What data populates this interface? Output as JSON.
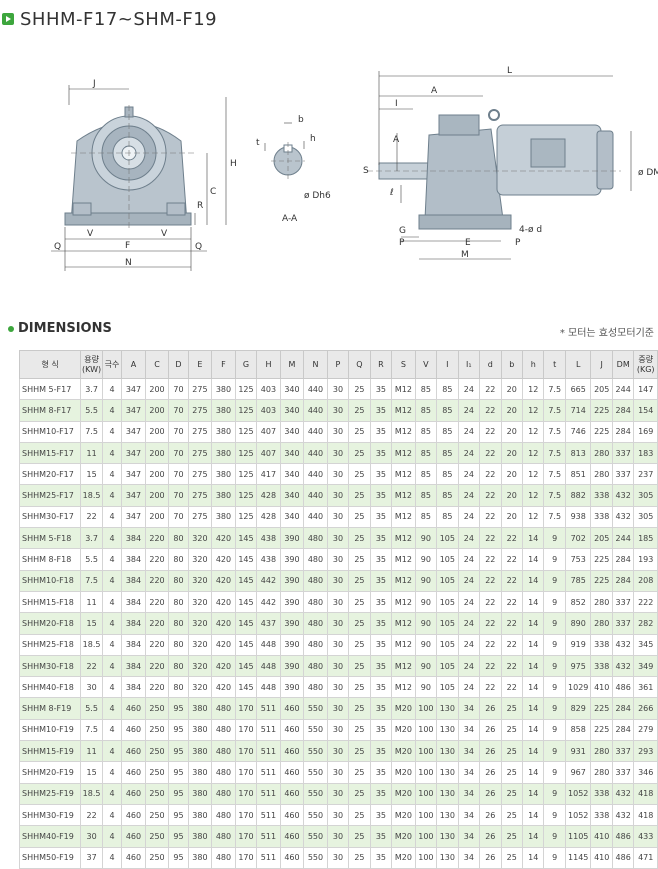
{
  "title": "SHHM-F17~SHM-F19",
  "section": {
    "title": "DIMENSIONS",
    "note": "* 모터는 효성모터기준"
  },
  "diagram": {
    "front_labels": [
      "J",
      "H",
      "C",
      "R",
      "Q",
      "V",
      "F",
      "N"
    ],
    "section_labels": [
      "b",
      "t",
      "h",
      "ø Dh6",
      "A-A"
    ],
    "side_labels": [
      "L",
      "A",
      "I",
      "S",
      "A",
      "ℓ",
      "G",
      "P",
      "E",
      "M",
      "4-ø d",
      "ø DM"
    ]
  },
  "columns": [
    "형 식",
    "용량 (KW)",
    "극수",
    "A",
    "C",
    "D",
    "E",
    "F",
    "G",
    "H",
    "M",
    "N",
    "P",
    "Q",
    "R",
    "S",
    "V",
    "I",
    "I₁",
    "d",
    "b",
    "h",
    "t",
    "L",
    "J",
    "DM",
    "중량 (KG)"
  ],
  "rows": [
    [
      "SHHM 5-F17",
      "3.7",
      "4",
      "347",
      "200",
      "70",
      "275",
      "380",
      "125",
      "403",
      "340",
      "440",
      "30",
      "25",
      "35",
      "M12",
      "85",
      "85",
      "24",
      "22",
      "20",
      "12",
      "7.5",
      "665",
      "205",
      "244",
      "147"
    ],
    [
      "SHHM 8-F17",
      "5.5",
      "4",
      "347",
      "200",
      "70",
      "275",
      "380",
      "125",
      "403",
      "340",
      "440",
      "30",
      "25",
      "35",
      "M12",
      "85",
      "85",
      "24",
      "22",
      "20",
      "12",
      "7.5",
      "714",
      "225",
      "284",
      "154"
    ],
    [
      "SHHM10-F17",
      "7.5",
      "4",
      "347",
      "200",
      "70",
      "275",
      "380",
      "125",
      "407",
      "340",
      "440",
      "30",
      "25",
      "35",
      "M12",
      "85",
      "85",
      "24",
      "22",
      "20",
      "12",
      "7.5",
      "746",
      "225",
      "284",
      "169"
    ],
    [
      "SHHM15-F17",
      "11",
      "4",
      "347",
      "200",
      "70",
      "275",
      "380",
      "125",
      "407",
      "340",
      "440",
      "30",
      "25",
      "35",
      "M12",
      "85",
      "85",
      "24",
      "22",
      "20",
      "12",
      "7.5",
      "813",
      "280",
      "337",
      "183"
    ],
    [
      "SHHM20-F17",
      "15",
      "4",
      "347",
      "200",
      "70",
      "275",
      "380",
      "125",
      "417",
      "340",
      "440",
      "30",
      "25",
      "35",
      "M12",
      "85",
      "85",
      "24",
      "22",
      "20",
      "12",
      "7.5",
      "851",
      "280",
      "337",
      "237"
    ],
    [
      "SHHM25-F17",
      "18.5",
      "4",
      "347",
      "200",
      "70",
      "275",
      "380",
      "125",
      "428",
      "340",
      "440",
      "30",
      "25",
      "35",
      "M12",
      "85",
      "85",
      "24",
      "22",
      "20",
      "12",
      "7.5",
      "882",
      "338",
      "432",
      "305"
    ],
    [
      "SHHM30-F17",
      "22",
      "4",
      "347",
      "200",
      "70",
      "275",
      "380",
      "125",
      "428",
      "340",
      "440",
      "30",
      "25",
      "35",
      "M12",
      "85",
      "85",
      "24",
      "22",
      "20",
      "12",
      "7.5",
      "938",
      "338",
      "432",
      "305"
    ],
    [
      "SHHM 5-F18",
      "3.7",
      "4",
      "384",
      "220",
      "80",
      "320",
      "420",
      "145",
      "438",
      "390",
      "480",
      "30",
      "25",
      "35",
      "M12",
      "90",
      "105",
      "24",
      "22",
      "22",
      "14",
      "9",
      "702",
      "205",
      "244",
      "185"
    ],
    [
      "SHHM 8-F18",
      "5.5",
      "4",
      "384",
      "220",
      "80",
      "320",
      "420",
      "145",
      "438",
      "390",
      "480",
      "30",
      "25",
      "35",
      "M12",
      "90",
      "105",
      "24",
      "22",
      "22",
      "14",
      "9",
      "753",
      "225",
      "284",
      "193"
    ],
    [
      "SHHM10-F18",
      "7.5",
      "4",
      "384",
      "220",
      "80",
      "320",
      "420",
      "145",
      "442",
      "390",
      "480",
      "30",
      "25",
      "35",
      "M12",
      "90",
      "105",
      "24",
      "22",
      "22",
      "14",
      "9",
      "785",
      "225",
      "284",
      "208"
    ],
    [
      "SHHM15-F18",
      "11",
      "4",
      "384",
      "220",
      "80",
      "320",
      "420",
      "145",
      "442",
      "390",
      "480",
      "30",
      "25",
      "35",
      "M12",
      "90",
      "105",
      "24",
      "22",
      "22",
      "14",
      "9",
      "852",
      "280",
      "337",
      "222"
    ],
    [
      "SHHM20-F18",
      "15",
      "4",
      "384",
      "220",
      "80",
      "320",
      "420",
      "145",
      "437",
      "390",
      "480",
      "30",
      "25",
      "35",
      "M12",
      "90",
      "105",
      "24",
      "22",
      "22",
      "14",
      "9",
      "890",
      "280",
      "337",
      "282"
    ],
    [
      "SHHM25-F18",
      "18.5",
      "4",
      "384",
      "220",
      "80",
      "320",
      "420",
      "145",
      "448",
      "390",
      "480",
      "30",
      "25",
      "35",
      "M12",
      "90",
      "105",
      "24",
      "22",
      "22",
      "14",
      "9",
      "919",
      "338",
      "432",
      "345"
    ],
    [
      "SHHM30-F18",
      "22",
      "4",
      "384",
      "220",
      "80",
      "320",
      "420",
      "145",
      "448",
      "390",
      "480",
      "30",
      "25",
      "35",
      "M12",
      "90",
      "105",
      "24",
      "22",
      "22",
      "14",
      "9",
      "975",
      "338",
      "432",
      "349"
    ],
    [
      "SHHM40-F18",
      "30",
      "4",
      "384",
      "220",
      "80",
      "320",
      "420",
      "145",
      "448",
      "390",
      "480",
      "30",
      "25",
      "35",
      "M12",
      "90",
      "105",
      "24",
      "22",
      "22",
      "14",
      "9",
      "1029",
      "410",
      "486",
      "361"
    ],
    [
      "SHHM 8-F19",
      "5.5",
      "4",
      "460",
      "250",
      "95",
      "380",
      "480",
      "170",
      "511",
      "460",
      "550",
      "30",
      "25",
      "35",
      "M20",
      "100",
      "130",
      "34",
      "26",
      "25",
      "14",
      "9",
      "829",
      "225",
      "284",
      "266"
    ],
    [
      "SHHM10-F19",
      "7.5",
      "4",
      "460",
      "250",
      "95",
      "380",
      "480",
      "170",
      "511",
      "460",
      "550",
      "30",
      "25",
      "35",
      "M20",
      "100",
      "130",
      "34",
      "26",
      "25",
      "14",
      "9",
      "858",
      "225",
      "284",
      "279"
    ],
    [
      "SHHM15-F19",
      "11",
      "4",
      "460",
      "250",
      "95",
      "380",
      "480",
      "170",
      "511",
      "460",
      "550",
      "30",
      "25",
      "35",
      "M20",
      "100",
      "130",
      "34",
      "26",
      "25",
      "14",
      "9",
      "931",
      "280",
      "337",
      "293"
    ],
    [
      "SHHM20-F19",
      "15",
      "4",
      "460",
      "250",
      "95",
      "380",
      "480",
      "170",
      "511",
      "460",
      "550",
      "30",
      "25",
      "35",
      "M20",
      "100",
      "130",
      "34",
      "26",
      "25",
      "14",
      "9",
      "967",
      "280",
      "337",
      "346"
    ],
    [
      "SHHM25-F19",
      "18.5",
      "4",
      "460",
      "250",
      "95",
      "380",
      "480",
      "170",
      "511",
      "460",
      "550",
      "30",
      "25",
      "35",
      "M20",
      "100",
      "130",
      "34",
      "26",
      "25",
      "14",
      "9",
      "1052",
      "338",
      "432",
      "418"
    ],
    [
      "SHHM30-F19",
      "22",
      "4",
      "460",
      "250",
      "95",
      "380",
      "480",
      "170",
      "511",
      "460",
      "550",
      "30",
      "25",
      "35",
      "M20",
      "100",
      "130",
      "34",
      "26",
      "25",
      "14",
      "9",
      "1052",
      "338",
      "432",
      "418"
    ],
    [
      "SHHM40-F19",
      "30",
      "4",
      "460",
      "250",
      "95",
      "380",
      "480",
      "170",
      "511",
      "460",
      "550",
      "30",
      "25",
      "35",
      "M20",
      "100",
      "130",
      "34",
      "26",
      "25",
      "14",
      "9",
      "1105",
      "410",
      "486",
      "433"
    ],
    [
      "SHHM50-F19",
      "37",
      "4",
      "460",
      "250",
      "95",
      "380",
      "480",
      "170",
      "511",
      "460",
      "550",
      "30",
      "25",
      "35",
      "M20",
      "100",
      "130",
      "34",
      "26",
      "25",
      "14",
      "9",
      "1145",
      "410",
      "486",
      "471"
    ]
  ]
}
